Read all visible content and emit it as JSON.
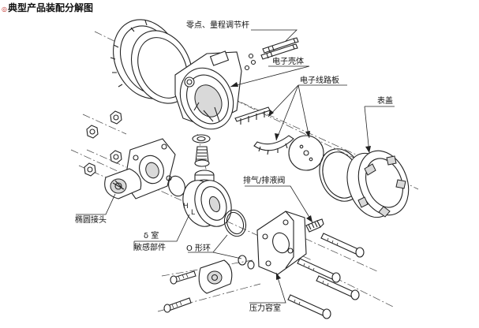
{
  "title": "典型产品装配分解图",
  "labels": {
    "zero_span_rod": "零点、量程调节杆",
    "electronics_housing": "电子壳体",
    "circuit_board": "电子线路板",
    "meter_cover": "表盖",
    "vent_drain_valve": "排气/排液阀",
    "oval_flange": "椭圆接头",
    "delta_chamber": "δ 室",
    "sensing_element": "敏感部件",
    "o_ring": "O 形环",
    "pressure_chamber": "压力容室"
  },
  "capsule_marks": {
    "high": "H",
    "low": "L"
  }
}
